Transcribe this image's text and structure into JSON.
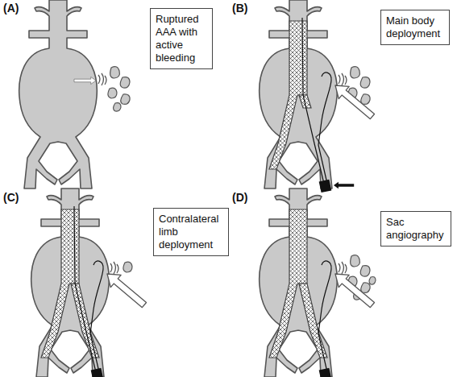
{
  "diagram": {
    "nodes": [
      {
        "text": [
          "Ruptured AAA with active bleeding"
        ]
      },
      {
        "text": [
          "Main body deployment"
        ]
      },
      {
        "text": [
          "Contralateral limb deployment"
        ]
      },
      {
        "text": [
          "Sac angiography"
        ]
      }
    ],
    "labels": [
      "(A)",
      "(B)",
      "(C)",
      "(D)"
    ]
  }
}
